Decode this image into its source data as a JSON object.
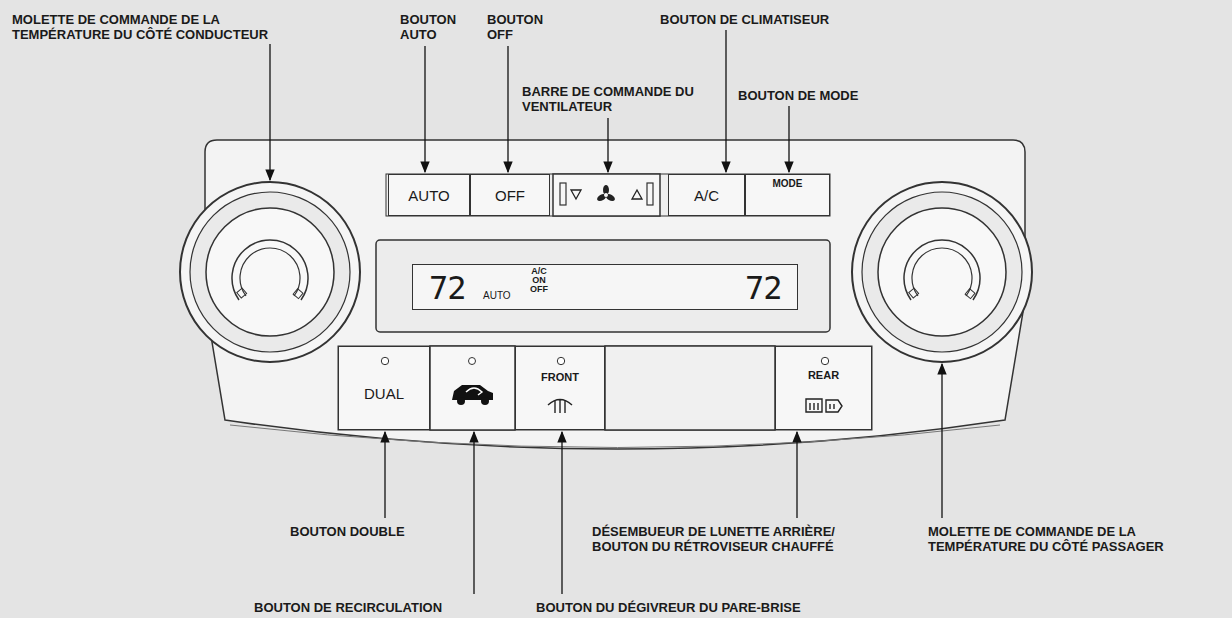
{
  "diagram": {
    "nodes": [
      {
        "text": [
          "AUTO"
        ]
      },
      {
        "text": [
          "OFF"
        ]
      },
      {
        "text": [
          "A/C"
        ]
      },
      {
        "text": [
          "MODE"
        ]
      },
      {
        "text": [
          "72",
          "AUTO",
          "A/C ON OFF",
          "72"
        ]
      },
      {
        "text": [
          "DUAL"
        ]
      },
      {
        "text": [
          "FRONT"
        ]
      },
      {
        "text": [
          "REAR"
        ]
      }
    ],
    "labels": [
      "MOLETTE DE COMMANDE DE LA TEMPÉRATURE DU CÔTÉ CONDUCTEUR",
      "BOUTON AUTO",
      "BOUTON OFF",
      "BARRE DE COMMANDE DU VENTILATEUR",
      "BOUTON DE CLIMATISEUR",
      "BOUTON DE MODE",
      "BOUTON DOUBLE",
      "DÉSEMBUEUR DE LUNETTE ARRIÈRE/ BOUTON DU RÉTROVISEUR CHAUFFÉ",
      "MOLETTE DE COMMANDE DE LA TEMPÉRATURE DU CÔTÉ PASSAGER",
      "BOUTON DE RECIRCULATION",
      "BOUTON DU DÉGIVREUR DU PARE-BRISE"
    ]
  }
}
